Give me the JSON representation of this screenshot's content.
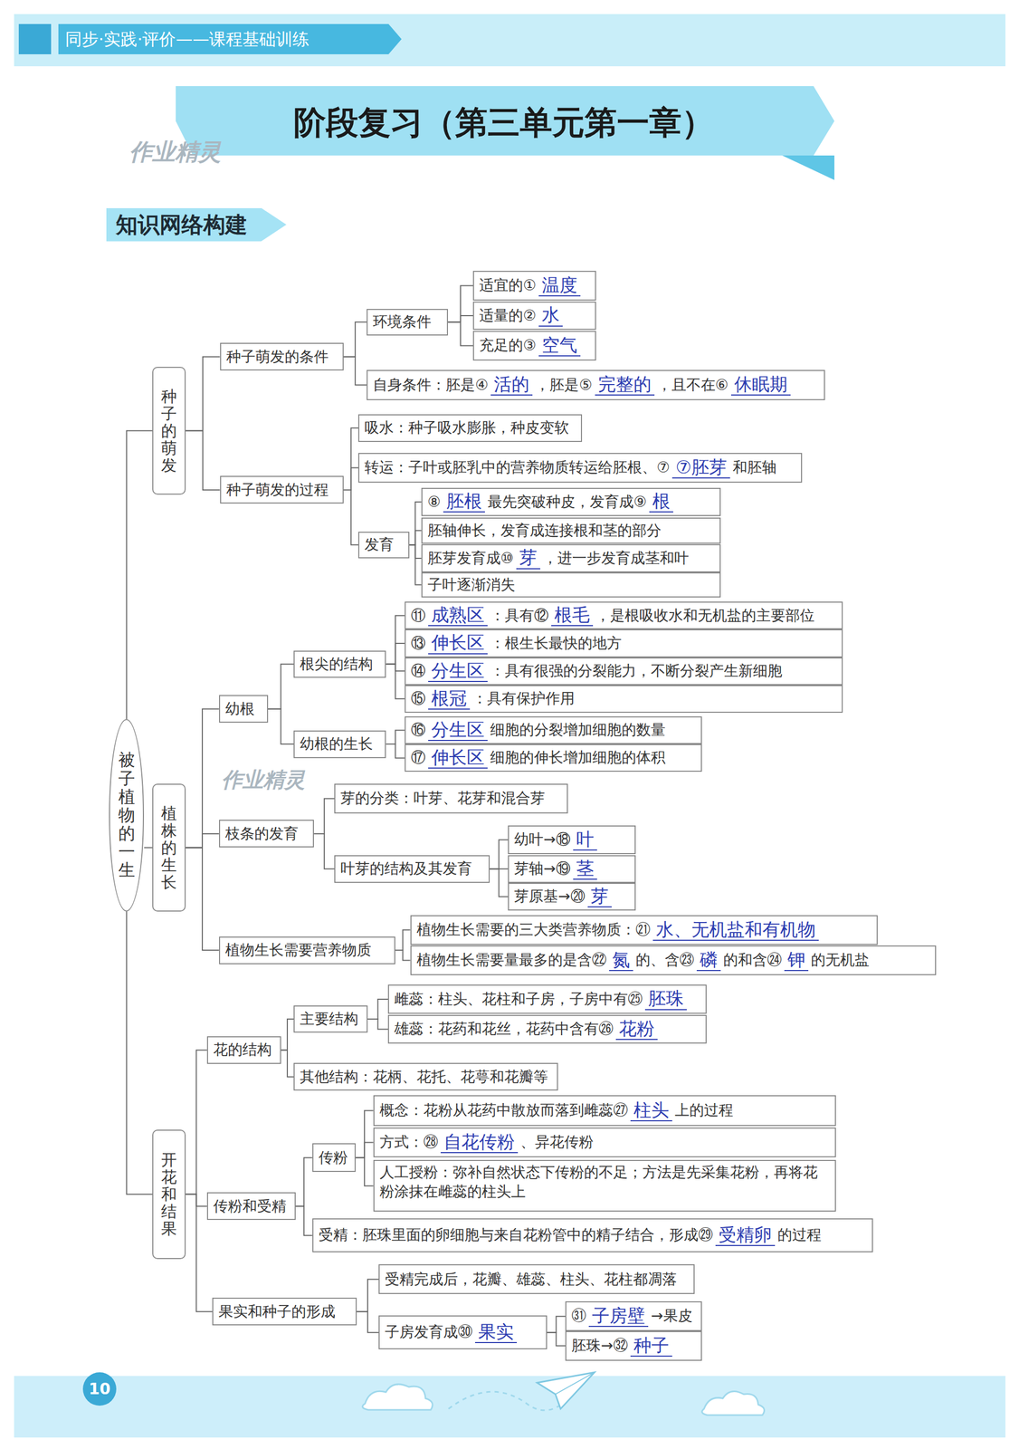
{
  "diagram": {
    "title": "阶段复习（第三单元第一章）",
    "nodes": [
      {
        "text": [
          "知识网络构建"
        ]
      },
      {
        "text": [
          "被子植物的一生"
        ]
      },
      {
        "text": [
          "种子的萌发"
        ]
      },
      {
        "text": [
          "种子萌发的条件"
        ]
      },
      {
        "text": [
          "环境条件"
        ]
      },
      {
        "text": [
          "适宜的①",
          "温度"
        ]
      },
      {
        "text": [
          "适量的②",
          "水"
        ]
      },
      {
        "text": [
          "充足的③",
          "空气"
        ]
      },
      {
        "text": [
          "自身条件：胚是④",
          "活的",
          "，胚是⑤",
          "完整的",
          "，且不在⑥",
          "休眠期"
        ]
      },
      {
        "text": [
          "种子萌发的过程"
        ]
      },
      {
        "text": [
          "吸水：种子吸水膨胀，种皮变软"
        ]
      },
      {
        "text": [
          "转运：子叶或胚乳中的营养物质转运给胚根、⑦",
          "⑦胚芽",
          "和胚轴"
        ]
      },
      {
        "text": [
          "发育"
        ]
      },
      {
        "text": [
          "⑧",
          "胚根",
          "最先突破种皮，发育成⑨",
          "根"
        ]
      },
      {
        "text": [
          "胚轴伸长，发育成连接根和茎的部分"
        ]
      },
      {
        "text": [
          "胚芽发育成⑩",
          "芽",
          "，进一步发育成茎和叶"
        ]
      },
      {
        "text": [
          "子叶逐渐消失"
        ]
      },
      {
        "text": [
          "植株的生长"
        ]
      },
      {
        "text": [
          "幼根"
        ]
      },
      {
        "text": [
          "根尖的结构"
        ]
      },
      {
        "text": [
          "⑪",
          "成熟区",
          "：具有⑫",
          "根毛",
          "，是根吸收水和无机盐的主要部位"
        ]
      },
      {
        "text": [
          "⑬",
          "伸长区",
          "：根生长最快的地方"
        ]
      },
      {
        "text": [
          "⑭",
          "分生区",
          "：具有很强的分裂能力，不断分裂产生新细胞"
        ]
      },
      {
        "text": [
          "⑮",
          "根冠",
          "：具有保护作用"
        ]
      },
      {
        "text": [
          "幼根的生长"
        ]
      },
      {
        "text": [
          "⑯",
          "分生区",
          "细胞的分裂增加细胞的数量"
        ]
      },
      {
        "text": [
          "⑰",
          "伸长区",
          "细胞的伸长增加细胞的体积"
        ]
      },
      {
        "text": [
          "枝条的发育"
        ]
      },
      {
        "text": [
          "芽的分类：叶芽、花芽和混合芽"
        ]
      },
      {
        "text": [
          "叶芽的结构及其发育"
        ]
      },
      {
        "text": [
          "幼叶→⑱",
          "叶"
        ]
      },
      {
        "text": [
          "芽轴→⑲",
          "茎"
        ]
      },
      {
        "text": [
          "芽原基→⑳",
          "芽"
        ]
      },
      {
        "text": [
          "植物生长需要营养物质"
        ]
      },
      {
        "text": [
          "植物生长需要的三大类营养物质：㉑",
          "水、无机盐和有机物"
        ]
      },
      {
        "text": [
          "植物生长需要量最多的是含㉒",
          "氮",
          "的、含㉓",
          "磷",
          "的和含㉔",
          "钾",
          "的无机盐"
        ]
      },
      {
        "text": [
          "开花和结果"
        ]
      },
      {
        "text": [
          "花的结构"
        ]
      },
      {
        "text": [
          "主要结构"
        ]
      },
      {
        "text": [
          "雌蕊：柱头、花柱和子房，子房中有㉕",
          "胚珠"
        ]
      },
      {
        "text": [
          "雄蕊：花药和花丝，花药中含有㉖",
          "花粉"
        ]
      },
      {
        "text": [
          "其他结构：花柄、花托、花萼和花瓣等"
        ]
      },
      {
        "text": [
          "传粉和受精"
        ]
      },
      {
        "text": [
          "传粉"
        ]
      },
      {
        "text": [
          "概念：花粉从花药中散放而落到雌蕊㉗",
          "柱头",
          "上的过程"
        ]
      },
      {
        "text": [
          "方式：㉘",
          "自花传粉",
          "、异花传粉"
        ]
      },
      {
        "text": [
          "人工授粉：弥补自然状态下传粉的不足；方法是先采集花粉，再将花粉涂抹在雌蕊的柱头上"
        ]
      },
      {
        "text": [
          "受精：胚珠里面的卵细胞与来自花粉管中的精子结合，形成㉙",
          "受精卵",
          "的过程"
        ]
      },
      {
        "text": [
          "果实和种子的形成"
        ]
      },
      {
        "text": [
          "受精完成后，花瓣、雄蕊、柱头、花柱都凋落"
        ]
      },
      {
        "text": [
          "子房发育成㉚",
          "果实"
        ]
      },
      {
        "text": [
          "㉛",
          "子房壁",
          "→果皮"
        ]
      },
      {
        "text": [
          "胚珠→㉜",
          "种子"
        ]
      }
    ],
    "edges": [
      {
        "from": 1,
        "to": 2,
        "arrow": "none"
      },
      {
        "from": 1,
        "to": 17,
        "arrow": "none"
      },
      {
        "from": 1,
        "to": 36,
        "arrow": "none"
      },
      {
        "from": 2,
        "to": 3,
        "arrow": "none"
      },
      {
        "from": 2,
        "to": 9,
        "arrow": "none"
      },
      {
        "from": 3,
        "to": 4,
        "arrow": "none"
      },
      {
        "from": 3,
        "to": 8,
        "arrow": "none"
      },
      {
        "from": 4,
        "to": 5,
        "arrow": "none"
      },
      {
        "from": 4,
        "to": 6,
        "arrow": "none"
      },
      {
        "from": 4,
        "to": 7,
        "arrow": "none"
      },
      {
        "from": 9,
        "to": 10,
        "arrow": "none"
      },
      {
        "from": 9,
        "to": 11,
        "arrow": "none"
      },
      {
        "from": 9,
        "to": 12,
        "arrow": "none"
      },
      {
        "from": 12,
        "to": 13,
        "arrow": "none"
      },
      {
        "from": 12,
        "to": 14,
        "arrow": "none"
      },
      {
        "from": 12,
        "to": 15,
        "arrow": "none"
      },
      {
        "from": 12,
        "to": 16,
        "arrow": "none"
      },
      {
        "from": 17,
        "to": 18,
        "arrow": "none"
      },
      {
        "from": 17,
        "to": 27,
        "arrow": "none"
      },
      {
        "from": 17,
        "to": 33,
        "arrow": "none"
      },
      {
        "from": 18,
        "to": 19,
        "arrow": "none"
      },
      {
        "from": 18,
        "to": 24,
        "arrow": "none"
      },
      {
        "from": 19,
        "to": 20,
        "arrow": "none"
      },
      {
        "from": 19,
        "to": 21,
        "arrow": "none"
      },
      {
        "from": 19,
        "to": 22,
        "arrow": "none"
      },
      {
        "from": 19,
        "to": 23,
        "arrow": "none"
      },
      {
        "from": 24,
        "to": 25,
        "arrow": "none"
      },
      {
        "from": 24,
        "to": 26,
        "arrow": "none"
      },
      {
        "from": 27,
        "to": 28,
        "arrow": "none"
      },
      {
        "from": 27,
        "to": 29,
        "arrow": "none"
      },
      {
        "from": 29,
        "to": 30,
        "arrow": "none"
      },
      {
        "from": 29,
        "to": 31,
        "arrow": "none"
      },
      {
        "from": 29,
        "to": 32,
        "arrow": "none"
      },
      {
        "from": 33,
        "to": 34,
        "arrow": "none"
      },
      {
        "from": 33,
        "to": 35,
        "arrow": "none"
      },
      {
        "from": 36,
        "to": 37,
        "arrow": "none"
      },
      {
        "from": 36,
        "to": 42,
        "arrow": "none"
      },
      {
        "from": 36,
        "to": 48,
        "arrow": "none"
      },
      {
        "from": 37,
        "to": 38,
        "arrow": "none"
      },
      {
        "from": 37,
        "to": 41,
        "arrow": "none"
      },
      {
        "from": 38,
        "to": 39,
        "arrow": "none"
      },
      {
        "from": 38,
        "to": 40,
        "arrow": "none"
      },
      {
        "from": 42,
        "to": 43,
        "arrow": "none"
      },
      {
        "from": 42,
        "to": 47,
        "arrow": "none"
      },
      {
        "from": 43,
        "to": 44,
        "arrow": "none"
      },
      {
        "from": 43,
        "to": 45,
        "arrow": "none"
      },
      {
        "from": 43,
        "to": 46,
        "arrow": "none"
      },
      {
        "from": 48,
        "to": 49,
        "arrow": "none"
      },
      {
        "from": 48,
        "to": 50,
        "arrow": "none"
      },
      {
        "from": 50,
        "to": 51,
        "arrow": "none"
      },
      {
        "from": 50,
        "to": 52,
        "arrow": "none"
      }
    ],
    "labels": [
      "同步·实践·评价——课程基础训练",
      "作业精灵",
      "作业精灵",
      "10"
    ]
  }
}
